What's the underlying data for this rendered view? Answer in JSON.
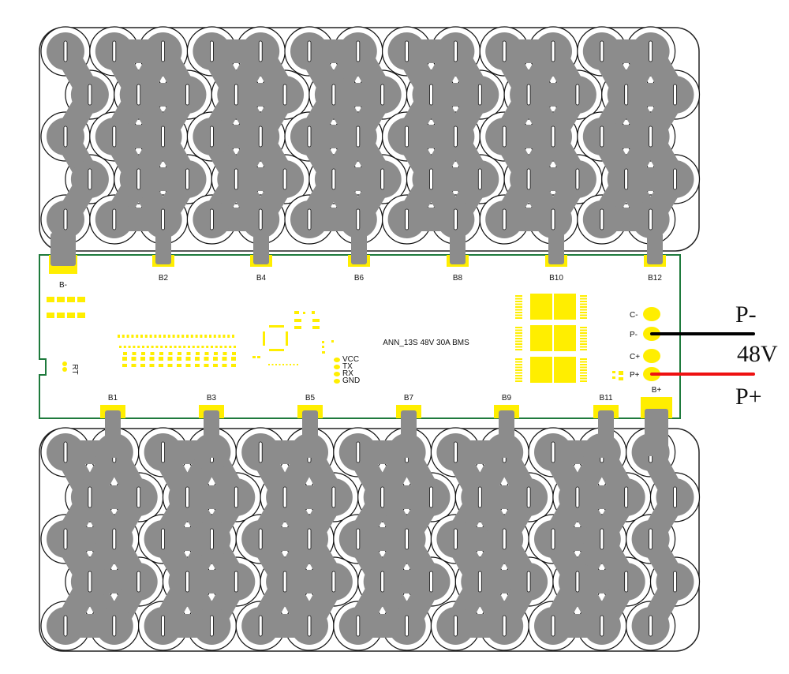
{
  "board": {
    "title": "ANN_13S 48V 30A BMS",
    "top_tabs": [
      "B-",
      "B2",
      "B4",
      "B6",
      "B8",
      "B10",
      "B12"
    ],
    "bottom_tabs": [
      "B1",
      "B3",
      "B5",
      "B7",
      "B9",
      "B11",
      "B+"
    ],
    "pads": [
      "C-",
      "P-",
      "C+",
      "P+"
    ],
    "uart": [
      "VCC",
      "TX",
      "RX",
      "GND"
    ],
    "thermistor": "RT"
  },
  "output": {
    "negative": "P-",
    "voltage": "48V",
    "positive": "P+"
  },
  "colors": {
    "pad": "#ffee00",
    "strip": "#8c8c8c",
    "board_outline": "#1e7a3c",
    "negative_wire": "#000000",
    "positive_wire": "#ee1111"
  }
}
